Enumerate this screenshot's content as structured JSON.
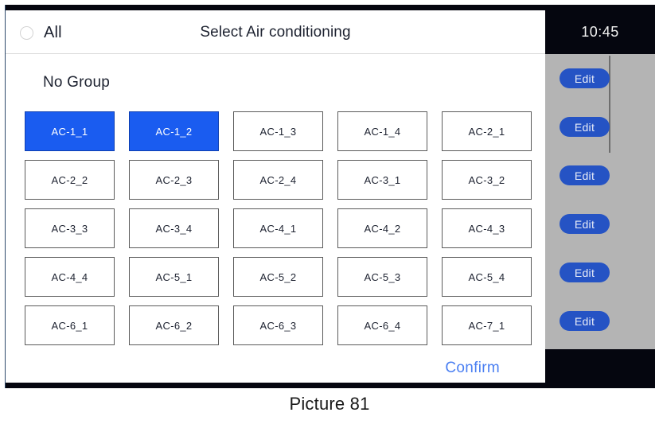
{
  "header": {
    "select_all_label": "All",
    "radio_icon": "radio-unchecked-icon",
    "title": "Select Air conditioning",
    "clock": "10:45"
  },
  "content": {
    "group_title": "No Group",
    "tiles": [
      {
        "label": "AC-1_1",
        "selected": true
      },
      {
        "label": "AC-1_2",
        "selected": true
      },
      {
        "label": "AC-1_3",
        "selected": false
      },
      {
        "label": "AC-1_4",
        "selected": false
      },
      {
        "label": "AC-2_1",
        "selected": false
      },
      {
        "label": "AC-2_2",
        "selected": false
      },
      {
        "label": "AC-2_3",
        "selected": false
      },
      {
        "label": "AC-2_4",
        "selected": false
      },
      {
        "label": "AC-3_1",
        "selected": false
      },
      {
        "label": "AC-3_2",
        "selected": false
      },
      {
        "label": "AC-3_3",
        "selected": false
      },
      {
        "label": "AC-3_4",
        "selected": false
      },
      {
        "label": "AC-4_1",
        "selected": false
      },
      {
        "label": "AC-4_2",
        "selected": false
      },
      {
        "label": "AC-4_3",
        "selected": false
      },
      {
        "label": "AC-4_4",
        "selected": false
      },
      {
        "label": "AC-5_1",
        "selected": false
      },
      {
        "label": "AC-5_2",
        "selected": false
      },
      {
        "label": "AC-5_3",
        "selected": false
      },
      {
        "label": "AC-5_4",
        "selected": false
      },
      {
        "label": "AC-6_1",
        "selected": false
      },
      {
        "label": "AC-6_2",
        "selected": false
      },
      {
        "label": "AC-6_3",
        "selected": false
      },
      {
        "label": "AC-6_4",
        "selected": false
      },
      {
        "label": "AC-7_1",
        "selected": false
      }
    ]
  },
  "footer": {
    "confirm_label": "Confirm"
  },
  "edit_panel": {
    "buttons": [
      {
        "label": "Edit"
      },
      {
        "label": "Edit"
      },
      {
        "label": "Edit"
      },
      {
        "label": "Edit"
      },
      {
        "label": "Edit"
      },
      {
        "label": "Edit"
      }
    ]
  },
  "caption": "Picture 81",
  "colors": {
    "selected_tile": "#1a5cf0",
    "edit_button": "#2553c4",
    "confirm_link": "#4a7ff2",
    "panel_gray": "#b4b4b4",
    "bezel_black": "#05060f"
  }
}
